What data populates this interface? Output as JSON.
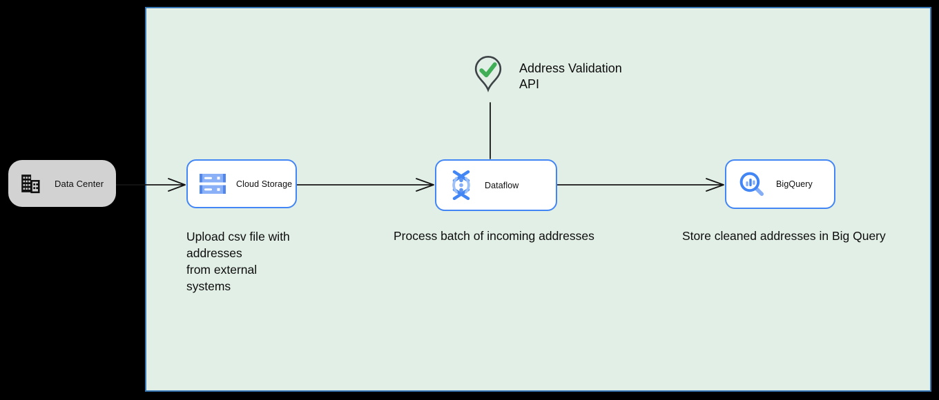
{
  "colors": {
    "accent_blue": "#4285f4",
    "zone_fill": "#e2efe6",
    "zone_border": "#3878b5",
    "external_fill": "#d2d2d2",
    "check_green": "#3fae57",
    "connector": "#141414",
    "canvas_bg": "#000000"
  },
  "diagram": {
    "external_node": {
      "id": "data-center",
      "label": "Data Center",
      "icon": "building-icon"
    },
    "nodes": [
      {
        "id": "cloud-storage",
        "label": "Cloud Storage",
        "icon": "cloud-storage-icon",
        "caption": "Upload csv file with\naddresses\nfrom external\nsystems"
      },
      {
        "id": "dataflow",
        "label": "Dataflow",
        "icon": "dataflow-icon",
        "caption": "Process batch of incoming addresses"
      },
      {
        "id": "bigquery",
        "label": "BigQuery",
        "icon": "bigquery-icon",
        "caption": "Store cleaned addresses in Big Query"
      }
    ],
    "api_annotation": {
      "id": "address-validation-api",
      "label": "Address Validation\nAPI",
      "icon": "map-pin-check-icon"
    },
    "connections": [
      {
        "from": "data-center",
        "to": "cloud-storage",
        "arrowhead": true
      },
      {
        "from": "cloud-storage",
        "to": "dataflow",
        "arrowhead": true
      },
      {
        "from": "dataflow",
        "to": "bigquery",
        "arrowhead": true
      },
      {
        "from": "address-validation-api",
        "to": "dataflow",
        "arrowhead": false
      }
    ]
  }
}
